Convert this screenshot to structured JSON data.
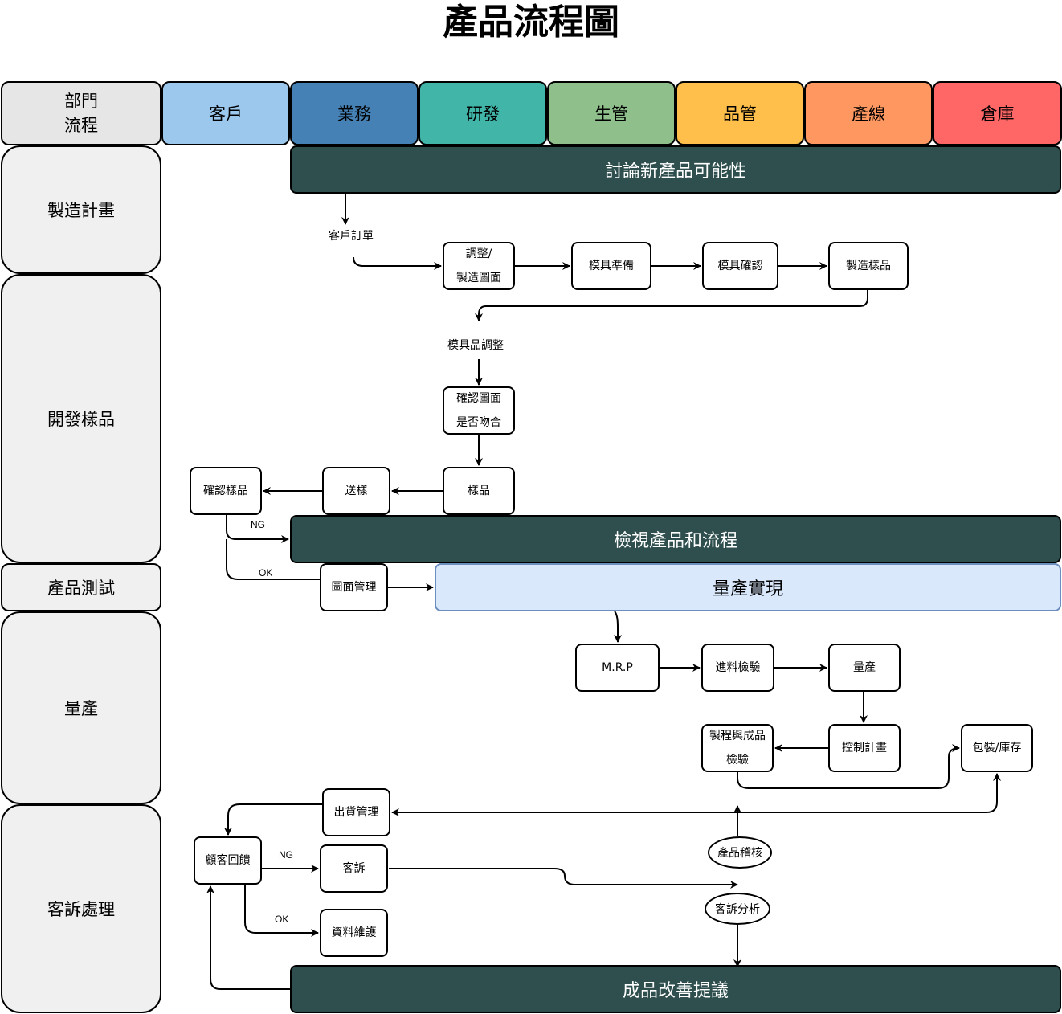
{
  "title": "產品流程圖",
  "header": {
    "corner": [
      "部門",
      "流程"
    ],
    "departments": [
      {
        "label": "客戶",
        "color": "#9dc8ee"
      },
      {
        "label": "業務",
        "color": "#4581b4"
      },
      {
        "label": "研發",
        "color": "#40b5a8"
      },
      {
        "label": "生管",
        "color": "#8fc08b"
      },
      {
        "label": "品管",
        "color": "#ffbf4a"
      },
      {
        "label": "產線",
        "color": "#ff9860"
      },
      {
        "label": "倉庫",
        "color": "#ff6666"
      }
    ]
  },
  "lanes": [
    "製造計畫",
    "開發樣品",
    "產品測試",
    "量產",
    "客訴處理"
  ],
  "bands": {
    "discuss": "討論新產品可能性",
    "review": "檢視產品和流程",
    "mass": "量產實現",
    "improve": "成品改善提議"
  },
  "nodes": {
    "order": "客戶訂單",
    "adjust_l1": "調整/",
    "adjust_l2": "製造圖面",
    "mold_prep": "模具準備",
    "mold_confirm": "模具確認",
    "make_sample": "製造樣品",
    "mold_adjust": "模具品調整",
    "confirm_draw_l1": "確認圖面",
    "confirm_draw_l2": "是否吻合",
    "sample": "樣品",
    "send_sample": "送樣",
    "confirm_sample": "確認樣品",
    "drawing_mgmt": "圖面管理",
    "mrp": "M.R.P",
    "incoming": "進料檢驗",
    "mass_prod": "量產",
    "control_plan": "控制計畫",
    "process_l1": "製程與成品",
    "process_l2": "檢驗",
    "pack": "包裝/庫存",
    "ship": "出貨管理",
    "feedback": "顧客回饋",
    "complaint": "客訴",
    "data_maint": "資料維護",
    "audit": "產品稽核",
    "analysis": "客訴分析"
  },
  "edge_labels": {
    "ng1": "NG",
    "ok1": "OK",
    "ng2": "NG",
    "ok2": "OK"
  }
}
